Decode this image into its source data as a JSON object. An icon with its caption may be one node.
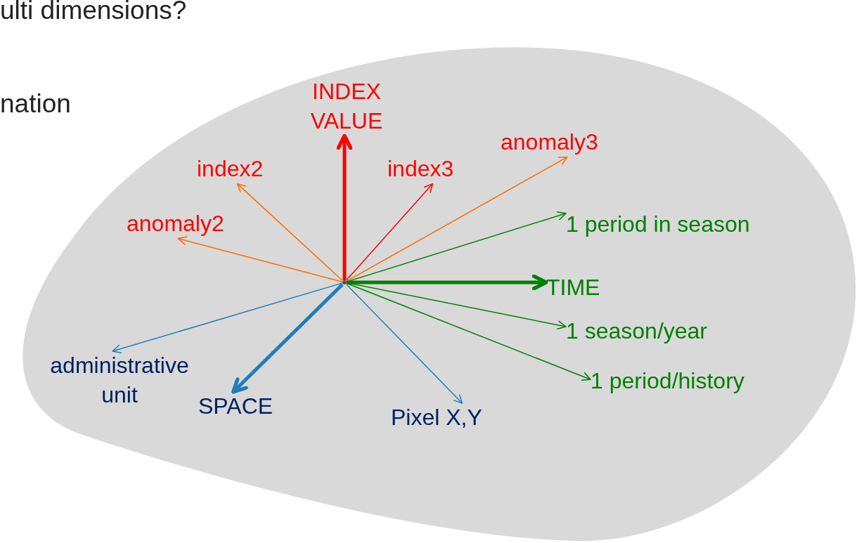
{
  "diagram": {
    "nodes": [
      {
        "text": [],
        "shape": "blob"
      },
      {
        "text": [],
        "shape": "dot",
        "in": 0
      },
      {
        "text": [
          "INDEX VALUE"
        ],
        "in": 0
      },
      {
        "text": [
          "index2"
        ],
        "in": 0
      },
      {
        "text": [
          "index3"
        ],
        "in": 0
      },
      {
        "text": [
          "anomaly3"
        ],
        "in": 0
      },
      {
        "text": [
          "anomaly2"
        ],
        "in": 0
      },
      {
        "text": [
          "1 period in season"
        ],
        "in": 0
      },
      {
        "text": [
          "TIME"
        ],
        "in": 0
      },
      {
        "text": [
          "1 season/year"
        ],
        "in": 0
      },
      {
        "text": [
          "1 period/history"
        ],
        "in": 0
      },
      {
        "text": [
          "administrative unit"
        ],
        "in": 0
      },
      {
        "text": [
          "SPACE"
        ],
        "in": 0
      },
      {
        "text": [
          "Pixel X,Y"
        ],
        "in": 0
      }
    ],
    "edges": [
      {
        "from": 1,
        "to": 2,
        "arrow": "to",
        "style": "thick",
        "color": "#ff0000"
      },
      {
        "from": 1,
        "to": 3,
        "arrow": "to",
        "color": "#ff6a00"
      },
      {
        "from": 1,
        "to": 4,
        "arrow": "to",
        "color": "#ff0000"
      },
      {
        "from": 1,
        "to": 5,
        "arrow": "to",
        "color": "#ff6a00"
      },
      {
        "from": 1,
        "to": 6,
        "arrow": "to",
        "color": "#ff6a00"
      },
      {
        "from": 1,
        "to": 7,
        "arrow": "to",
        "color": "#008000"
      },
      {
        "from": 1,
        "to": 8,
        "arrow": "to",
        "style": "thick",
        "color": "#008000"
      },
      {
        "from": 1,
        "to": 9,
        "arrow": "to",
        "color": "#008000"
      },
      {
        "from": 1,
        "to": 10,
        "arrow": "to",
        "color": "#008000"
      },
      {
        "from": 1,
        "to": 11,
        "arrow": "to",
        "color": "#1f7fb8"
      },
      {
        "from": 1,
        "to": 12,
        "arrow": "to",
        "style": "thick",
        "color": "#1f7fb8"
      },
      {
        "from": 1,
        "to": 13,
        "arrow": "to",
        "color": "#1f7fb8"
      }
    ],
    "labels": [
      "ulti dimensions?",
      "nation"
    ]
  }
}
